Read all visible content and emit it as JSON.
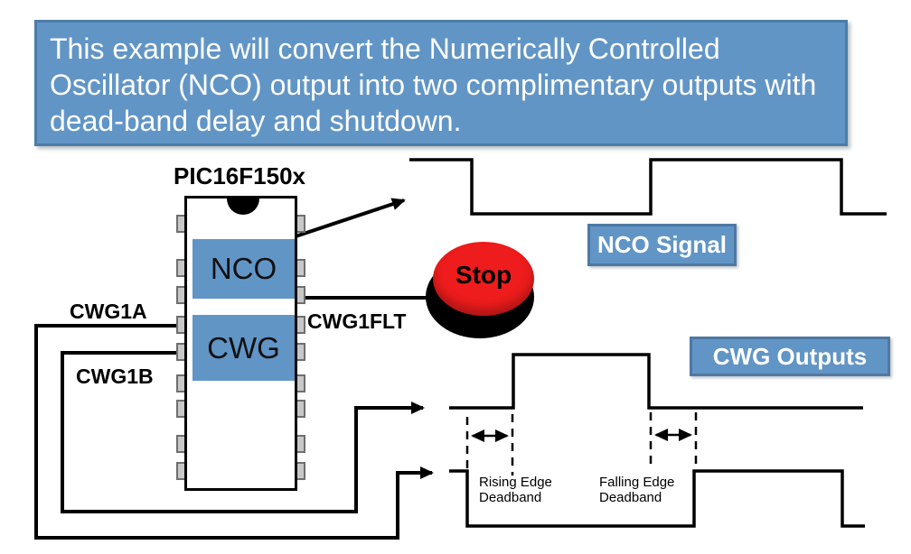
{
  "header": {
    "text": "This example will convert the Numerically Controlled Oscillator (NCO) output into two complimentary outputs with dead-band delay and shutdown."
  },
  "chip": {
    "title": "PIC16F150x",
    "nco_block": "NCO",
    "cwg_block": "CWG"
  },
  "signals": {
    "cwg1a": "CWG1A",
    "cwg1b": "CWG1B",
    "cwg1flt": "CWG1FLT"
  },
  "stop_button": {
    "label": "Stop"
  },
  "waveform_labels": {
    "nco_signal": "NCO Signal",
    "cwg_outputs": "CWG Outputs"
  },
  "deadband": {
    "rising_line1": "Rising Edge",
    "rising_line2": "Deadband",
    "falling_line1": "Falling Edge",
    "falling_line2": "Deadband"
  },
  "colors": {
    "steel_blue": "#6195C6",
    "header_border": "#4D7CA8",
    "label_border": "#4E79A3",
    "button_red": "#EE1C1C",
    "line_black": "#000000",
    "pin_gray": "#C8C8C8"
  }
}
